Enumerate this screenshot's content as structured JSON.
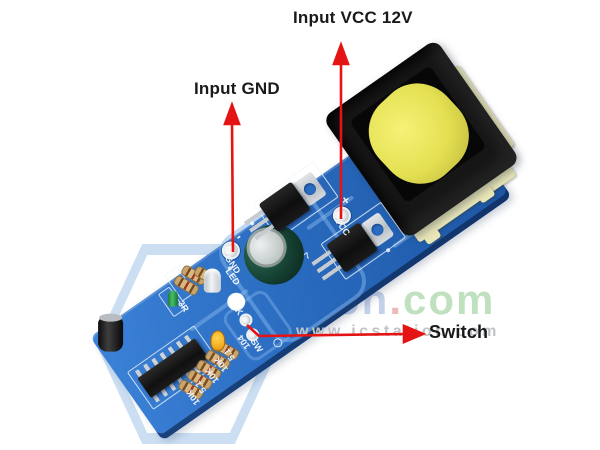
{
  "annotations": {
    "vcc_label": "Input VCC 12V",
    "gnd_label": "Input GND",
    "switch_label": "Switch",
    "arrow_color": "#e51414",
    "text_color": "#1a1a1a"
  },
  "watermark": {
    "brand_left": "on",
    "brand_dot": ".",
    "brand_right": "com",
    "url": "www.icstation.com",
    "brand_left_color": "#9db3dd",
    "brand_right_color": "#8cc98c",
    "dot_color": "#e49a9a",
    "url_color": "#bfc3c7"
  },
  "board": {
    "pcb_color": "#2a6cc0",
    "silkscreen_color": "#eef3f8",
    "labels": {
      "vcc": "VCC",
      "vcc_plus": "+",
      "gnd": "GND",
      "gnd_minus": "-",
      "led": "LED",
      "switch_k": "K",
      "switch_sw": "SW",
      "res_marking": "3R",
      "cap_marking": "7"
    },
    "resistor_values": [
      "10K",
      "5.1",
      "10K",
      "10K",
      "5.1",
      "104"
    ]
  }
}
